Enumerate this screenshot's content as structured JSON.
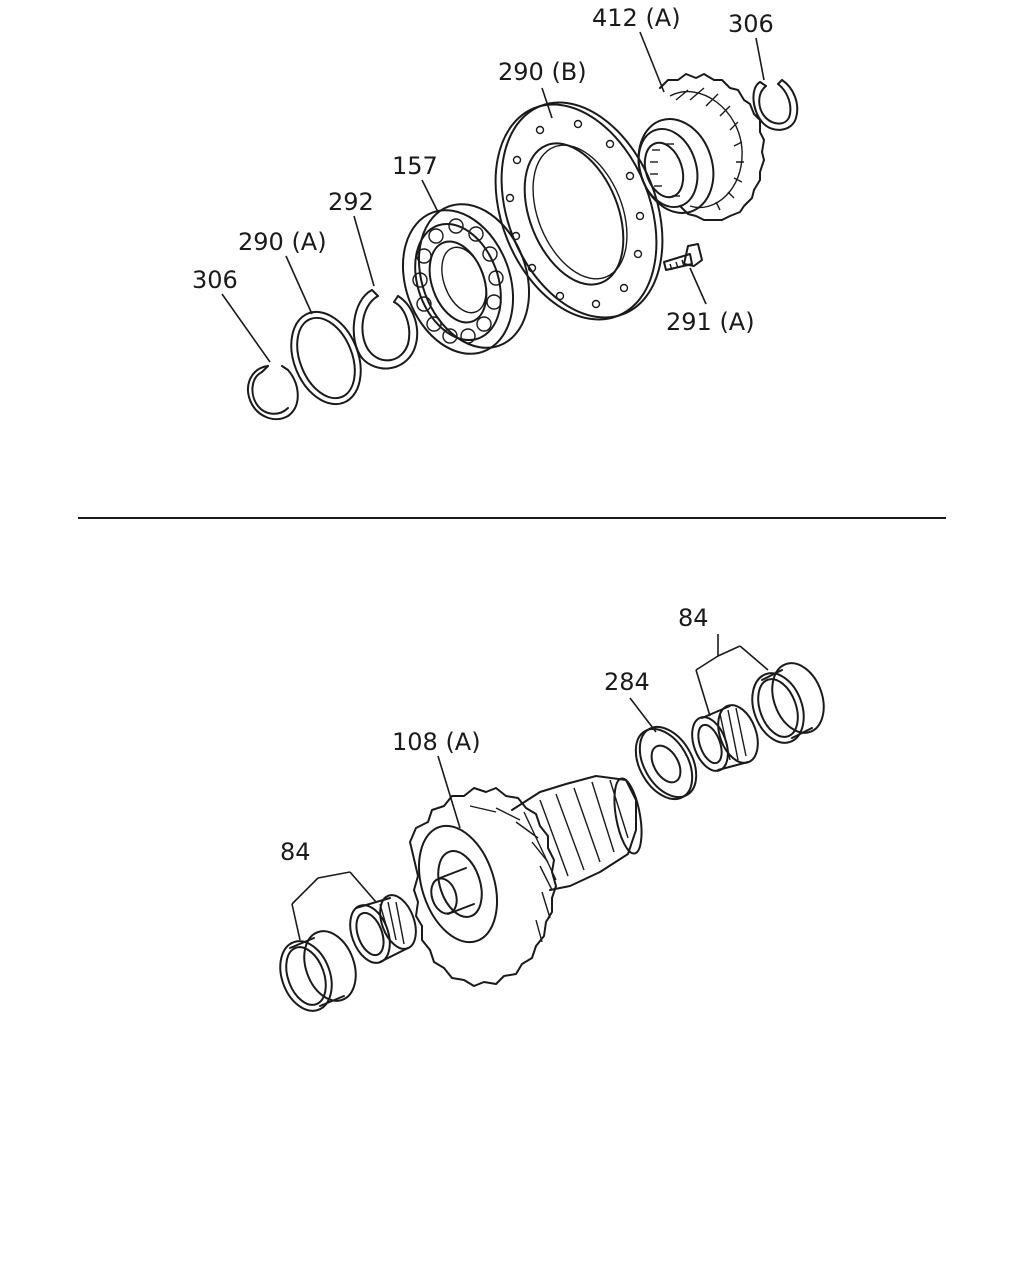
{
  "callouts": {
    "c_412a": "412 (A)",
    "c_306_top": "306",
    "c_290b": "290 (B)",
    "c_157": "157",
    "c_292": "292",
    "c_290a": "290 (A)",
    "c_306_left": "306",
    "c_291a": "291 (A)",
    "c_84_upper": "84",
    "c_284": "284",
    "c_108a": "108 (A)",
    "c_84_lower": "84"
  }
}
